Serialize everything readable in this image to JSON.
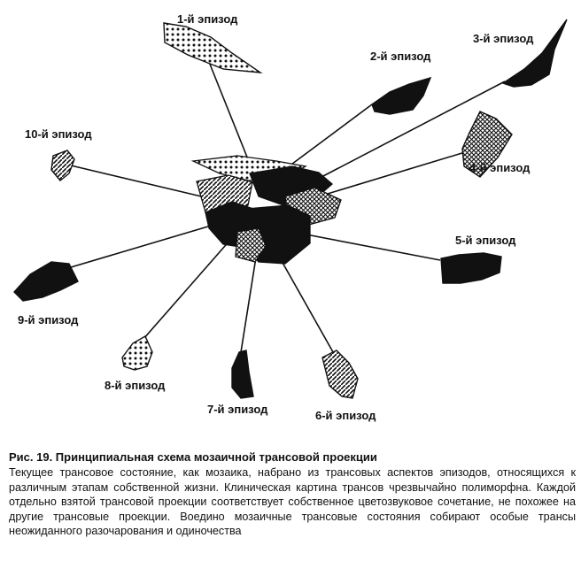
{
  "figure": {
    "episodes": [
      {
        "id": 1,
        "label": "1-й эпизод",
        "fill": "dots"
      },
      {
        "id": 2,
        "label": "2-й эпизод",
        "fill": "solid"
      },
      {
        "id": 3,
        "label": "3-й эпизод",
        "fill": "solid"
      },
      {
        "id": 4,
        "label": "4-й эпизод",
        "fill": "crosshatch"
      },
      {
        "id": 5,
        "label": "5-й эпизод",
        "fill": "solid"
      },
      {
        "id": 6,
        "label": "6-й эпизод",
        "fill": "diagonal"
      },
      {
        "id": 7,
        "label": "7-й эпизод",
        "fill": "solid"
      },
      {
        "id": 8,
        "label": "8-й эпизод",
        "fill": "dots"
      },
      {
        "id": 9,
        "label": "9-й эпизод",
        "fill": "solid"
      },
      {
        "id": 10,
        "label": "10-й эпизод",
        "fill": "diagonal"
      }
    ],
    "center": {
      "label": "",
      "fill": "mosaic"
    },
    "colors": {
      "ink": "#111111",
      "paper": "#ffffff"
    }
  },
  "caption": {
    "title": "Рис. 19. Принципиальная схема мозаичной трансовой проекции",
    "body": "Текущее трансовое состояние, как мозаика, набрано из трансовых аспектов эпизодов, относящихся к различным этапам собственной жизни. Клиническая картина трансов чрезвычайно полиморфна. Каждой отдельно взятой трансовой проекции соответствует собственное цветозвуковое сочетание, не похожее на другие трансовые проекции. Воедино мозаичные трансовые состояния собирают особые трансы неожиданного разочарования и одиночества"
  }
}
